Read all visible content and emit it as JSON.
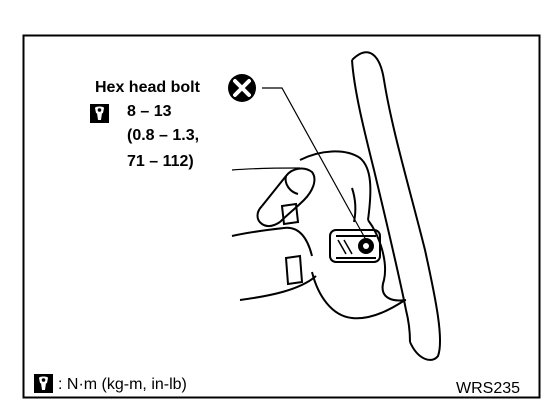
{
  "callout": {
    "part_label": "Hex head bolt",
    "torque_value": "8 – 13",
    "torque_kgm": "(0.8 – 1.3,",
    "torque_inlb": "71 – 112)",
    "part_icon": "do-not-reuse-x-icon",
    "torque_icon": "torque-wrench-icon"
  },
  "legend": {
    "units": ": N·m (kg-m, in-lb)",
    "icon": "torque-wrench-icon"
  },
  "figure_id": "WRS235"
}
